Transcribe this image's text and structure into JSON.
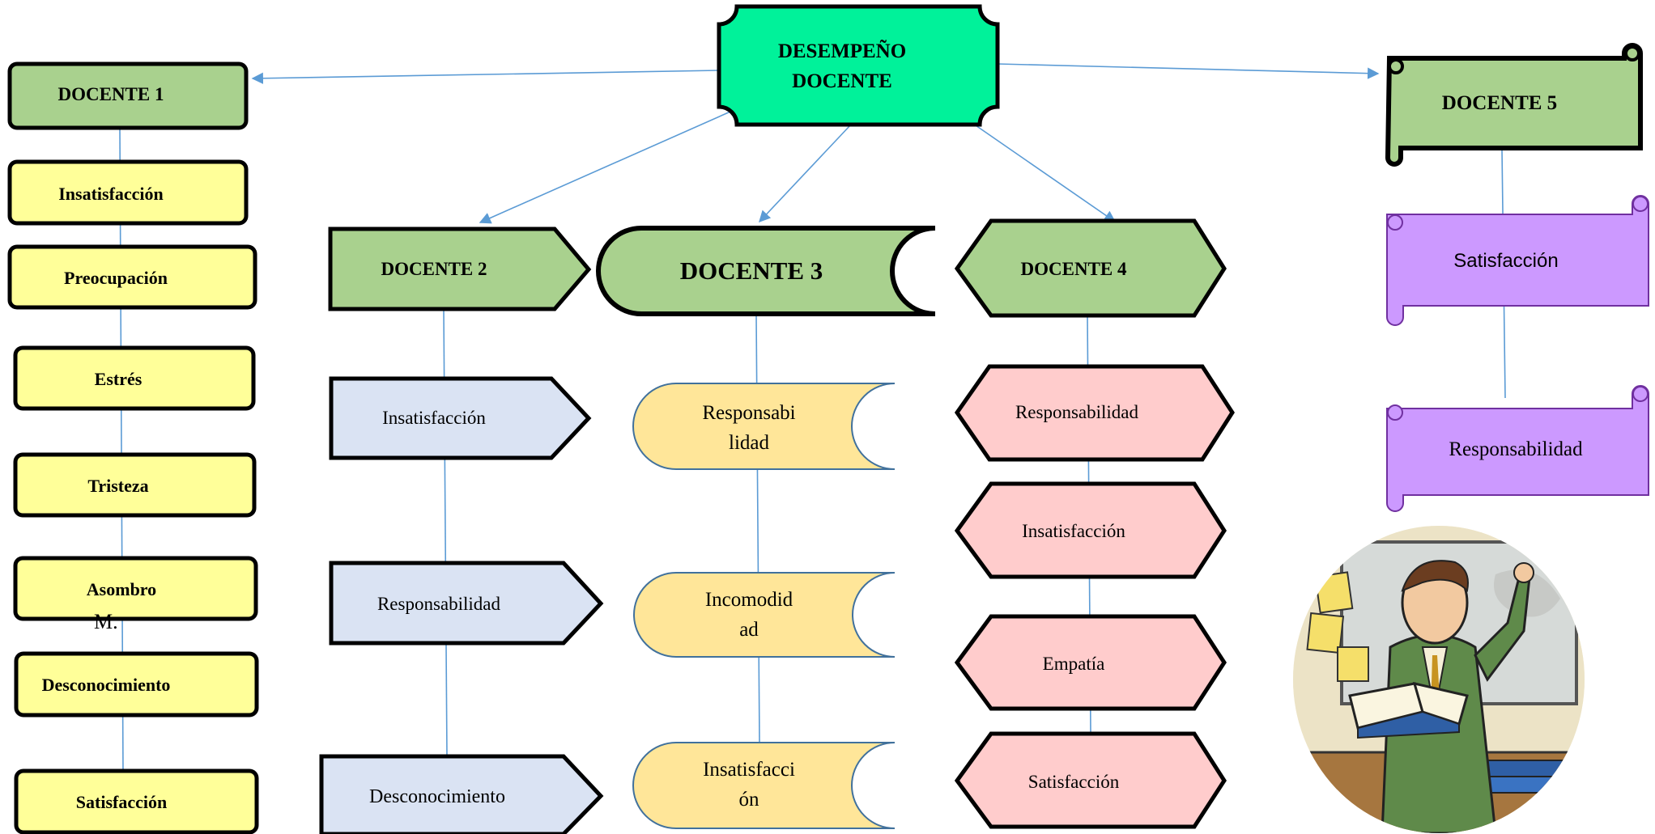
{
  "root": {
    "line1": "DESEMPEÑO",
    "line2": "DOCENTE"
  },
  "docente1": {
    "title": "DOCENTE 1",
    "items": [
      "Insatisfacción",
      "Preocupación",
      "Estrés",
      "Tristeza",
      "Asombro",
      "Desconocimiento",
      "Satisfacción"
    ],
    "overlap_glyph": "M."
  },
  "docente2": {
    "title": "DOCENTE 2",
    "items": [
      "Insatisfacción",
      "Responsabilidad",
      "Desconocimiento"
    ]
  },
  "docente3": {
    "title": "DOCENTE 3",
    "items": [
      {
        "line1": "Responsabi",
        "line2": "lidad"
      },
      {
        "line1": "Incomodid",
        "line2": "ad"
      },
      {
        "line1": "Insatisfacci",
        "line2": "ón"
      }
    ]
  },
  "docente4": {
    "title": "DOCENTE 4",
    "items": [
      "Responsabilidad",
      "Insatisfacción",
      "Empatía",
      "Satisfacción"
    ]
  },
  "docente5": {
    "title": "DOCENTE 5",
    "items": [
      "Satisfacción",
      "Responsabilidad"
    ]
  },
  "colors": {
    "root_fill": "#00f29a",
    "header_fill": "#a9d18e",
    "d1_fill": "#ffff99",
    "d2_fill": "#dae3f3",
    "d3_fill": "#ffe699",
    "d4_fill": "#ffcccc",
    "d5_fill": "#cc99ff",
    "connector": "#5b9bd5"
  },
  "illustration": "teacher-with-book"
}
